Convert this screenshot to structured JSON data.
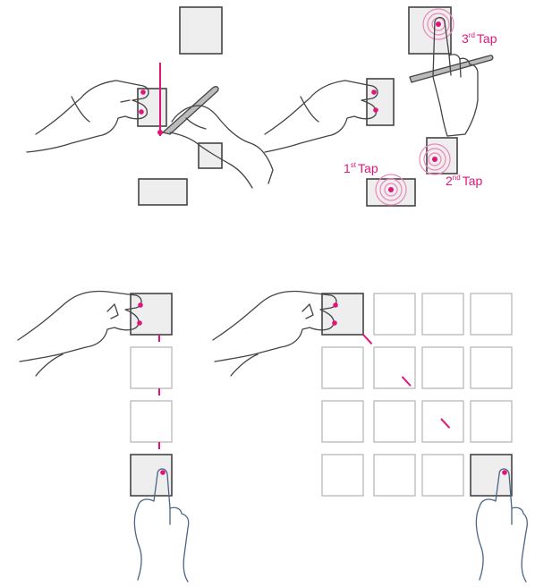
{
  "colors": {
    "accent": "#e0157a",
    "ring": "#ee86b8",
    "tile_fill": "#eeeeee",
    "tile_stroke": "#444444",
    "grid_stroke": "#bdbdbd",
    "hand_line": "#444444",
    "lower_hand_line": "#4b6584"
  },
  "panels": {
    "top_left": {
      "description_icon": "hand-stylus-icon"
    },
    "top_right": {
      "taps": [
        {
          "num": "1",
          "sup": "st",
          "word": "Tap"
        },
        {
          "num": "2",
          "sup": "nd",
          "word": "Tap"
        },
        {
          "num": "3",
          "sup": "rd",
          "word": "Tap"
        }
      ]
    },
    "bottom_left": {
      "grid_rows": 4,
      "grid_cols": 1
    },
    "bottom_right": {
      "grid_rows": 4,
      "grid_cols": 4
    }
  }
}
